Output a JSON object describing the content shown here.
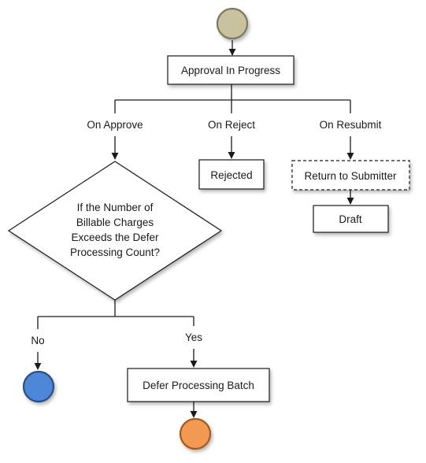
{
  "diagram": {
    "nodes": {
      "approval_in_progress": "Approval In Progress",
      "on_approve": "On Approve",
      "on_reject": "On Reject",
      "on_resubmit": "On Resubmit",
      "rejected": "Rejected",
      "return_to_submitter": "Return to Submitter",
      "draft": "Draft",
      "decision_line1": "If the Number of",
      "decision_line2": "Billable Charges",
      "decision_line3": "Exceeds the Defer",
      "decision_line4": "Processing Count?",
      "no": "No",
      "yes": "Yes",
      "defer_processing_batch": "Defer Processing Batch"
    },
    "colors": {
      "start_fill": "#c8c29f",
      "start_stroke": "#7a7860",
      "end_no_fill": "#4f87d8",
      "end_no_stroke": "#2a4f86",
      "end_yes_fill": "#f29a52",
      "end_yes_stroke": "#a45a1f",
      "line": "#1a1a1a"
    }
  }
}
